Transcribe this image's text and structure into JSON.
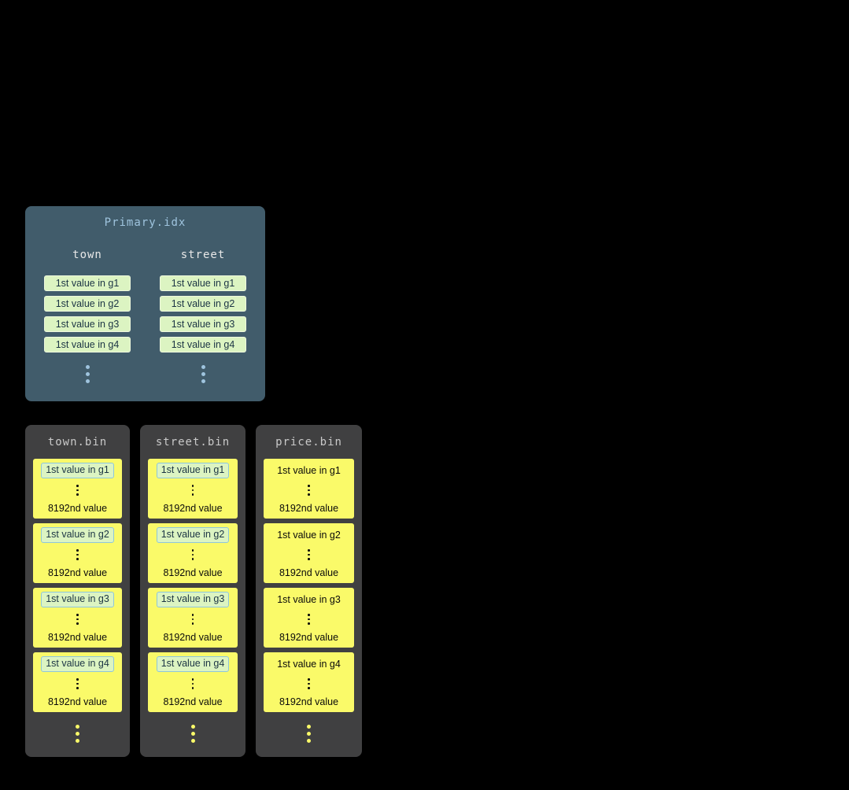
{
  "primary_index": {
    "title": "Primary.idx",
    "columns": [
      {
        "name": "town",
        "entries": [
          "1st value in g1",
          "1st value in g2",
          "1st value in g3",
          "1st value in g4"
        ]
      },
      {
        "name": "street",
        "entries": [
          "1st value in g1",
          "1st value in g2",
          "1st value in g3",
          "1st value in g4"
        ]
      }
    ]
  },
  "bin_files": [
    {
      "title": "town.bin",
      "granules": [
        {
          "first": "1st value in g1",
          "last": "8192nd value"
        },
        {
          "first": "1st value in g2",
          "last": "8192nd value"
        },
        {
          "first": "1st value in g3",
          "last": "8192nd value"
        },
        {
          "first": "1st value in g4",
          "last": "8192nd value"
        }
      ]
    },
    {
      "title": "street.bin",
      "granules": [
        {
          "first": "1st value in g1",
          "last": "8192nd value"
        },
        {
          "first": "1st value in g2",
          "last": "8192nd value"
        },
        {
          "first": "1st value in g3",
          "last": "8192nd value"
        },
        {
          "first": "1st value in g4",
          "last": "8192nd value"
        }
      ]
    },
    {
      "title": "price.bin",
      "granules": [
        {
          "first": "1st value in g1",
          "last": "8192nd value"
        },
        {
          "first": "1st value in g2",
          "last": "8192nd value"
        },
        {
          "first": "1st value in g3",
          "last": "8192nd value"
        },
        {
          "first": "1st value in g4",
          "last": "8192nd value"
        }
      ]
    }
  ],
  "colors": {
    "background": "#000000",
    "primary_panel_bg": "#415c6b",
    "primary_title_color": "#9fc4de",
    "col_header_color": "#e8e8e8",
    "entry_bg": "#dcf4c2",
    "entry_border": "#eef8dd",
    "entry_text": "#1b3444",
    "primary_dots": "#9fc4de",
    "bin_panel_bg": "#404041",
    "bin_title_color": "#c9c9c9",
    "granule_bg": "#fafa69",
    "granule_text": "#0a0a0a",
    "highlight_border": "#8ec6da"
  }
}
